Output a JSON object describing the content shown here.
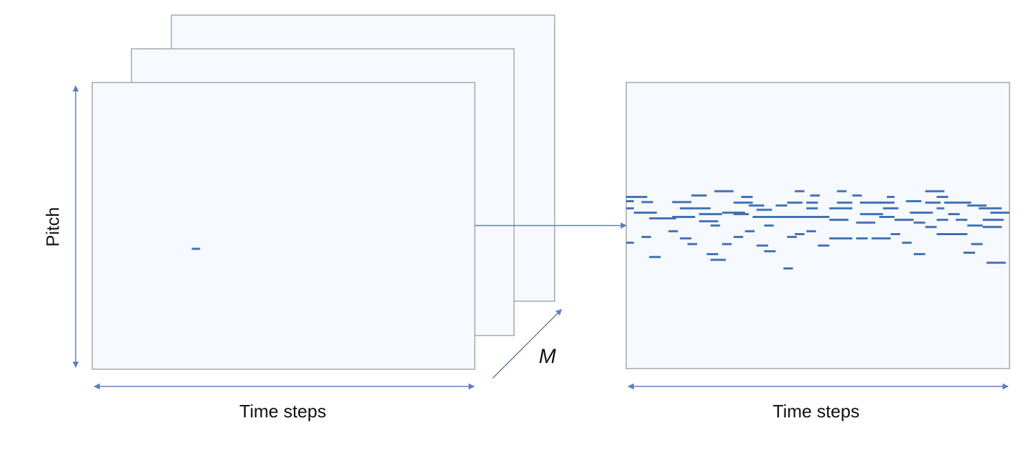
{
  "labels": {
    "y_axis": "Pitch",
    "x_axis_left": "Time steps",
    "x_axis_right": "Time steps",
    "depth": "M"
  },
  "colors": {
    "frame_fill": "#f6f9fe",
    "frame_stroke": "#a6a6a6",
    "note": "#3d6fb5",
    "arrow": "#5b7fc2"
  },
  "stack_frames": 3,
  "notes_left": [
    {
      "t": 0.26,
      "p": 0.58,
      "len": 0.022
    }
  ],
  "notes_right": [
    {
      "t": 0.0,
      "p": 0.4,
      "len": 0.055
    },
    {
      "t": 0.0,
      "p": 0.415,
      "len": 0.02
    },
    {
      "t": 0.04,
      "p": 0.418,
      "len": 0.03
    },
    {
      "t": 0.0,
      "p": 0.44,
      "len": 0.02
    },
    {
      "t": 0.02,
      "p": 0.455,
      "len": 0.06
    },
    {
      "t": 0.06,
      "p": 0.475,
      "len": 0.07
    },
    {
      "t": 0.0,
      "p": 0.56,
      "len": 0.02
    },
    {
      "t": 0.04,
      "p": 0.54,
      "len": 0.025
    },
    {
      "t": 0.06,
      "p": 0.61,
      "len": 0.03
    },
    {
      "t": 0.12,
      "p": 0.418,
      "len": 0.05
    },
    {
      "t": 0.14,
      "p": 0.44,
      "len": 0.04
    },
    {
      "t": 0.12,
      "p": 0.47,
      "len": 0.06
    },
    {
      "t": 0.11,
      "p": 0.52,
      "len": 0.025
    },
    {
      "t": 0.14,
      "p": 0.545,
      "len": 0.03
    },
    {
      "t": 0.16,
      "p": 0.565,
      "len": 0.025
    },
    {
      "t": 0.17,
      "p": 0.395,
      "len": 0.04
    },
    {
      "t": 0.18,
      "p": 0.44,
      "len": 0.04
    },
    {
      "t": 0.19,
      "p": 0.46,
      "len": 0.06
    },
    {
      "t": 0.19,
      "p": 0.485,
      "len": 0.05
    },
    {
      "t": 0.21,
      "p": 0.6,
      "len": 0.03
    },
    {
      "t": 0.22,
      "p": 0.62,
      "len": 0.04
    },
    {
      "t": 0.22,
      "p": 0.5,
      "len": 0.025
    },
    {
      "t": 0.25,
      "p": 0.565,
      "len": 0.025
    },
    {
      "t": 0.23,
      "p": 0.38,
      "len": 0.05
    },
    {
      "t": 0.25,
      "p": 0.455,
      "len": 0.06
    },
    {
      "t": 0.28,
      "p": 0.42,
      "len": 0.05
    },
    {
      "t": 0.28,
      "p": 0.46,
      "len": 0.04
    },
    {
      "t": 0.28,
      "p": 0.54,
      "len": 0.025
    },
    {
      "t": 0.31,
      "p": 0.52,
      "len": 0.025
    },
    {
      "t": 0.3,
      "p": 0.4,
      "len": 0.03
    },
    {
      "t": 0.32,
      "p": 0.43,
      "len": 0.04
    },
    {
      "t": 0.33,
      "p": 0.47,
      "len": 0.07
    },
    {
      "t": 0.34,
      "p": 0.445,
      "len": 0.04
    },
    {
      "t": 0.34,
      "p": 0.57,
      "len": 0.03
    },
    {
      "t": 0.36,
      "p": 0.59,
      "len": 0.03
    },
    {
      "t": 0.36,
      "p": 0.5,
      "len": 0.025
    },
    {
      "t": 0.39,
      "p": 0.47,
      "len": 0.07
    },
    {
      "t": 0.39,
      "p": 0.43,
      "len": 0.03
    },
    {
      "t": 0.41,
      "p": 0.65,
      "len": 0.025
    },
    {
      "t": 0.42,
      "p": 0.42,
      "len": 0.04
    },
    {
      "t": 0.42,
      "p": 0.54,
      "len": 0.025
    },
    {
      "t": 0.44,
      "p": 0.38,
      "len": 0.025
    },
    {
      "t": 0.44,
      "p": 0.47,
      "len": 0.06
    },
    {
      "t": 0.44,
      "p": 0.53,
      "len": 0.025
    },
    {
      "t": 0.47,
      "p": 0.52,
      "len": 0.025
    },
    {
      "t": 0.47,
      "p": 0.42,
      "len": 0.03
    },
    {
      "t": 0.47,
      "p": 0.44,
      "len": 0.03
    },
    {
      "t": 0.48,
      "p": 0.395,
      "len": 0.025
    },
    {
      "t": 0.49,
      "p": 0.47,
      "len": 0.04
    },
    {
      "t": 0.5,
      "p": 0.57,
      "len": 0.03
    },
    {
      "t": 0.53,
      "p": 0.44,
      "len": 0.06
    },
    {
      "t": 0.53,
      "p": 0.545,
      "len": 0.06
    },
    {
      "t": 0.53,
      "p": 0.48,
      "len": 0.05
    },
    {
      "t": 0.55,
      "p": 0.38,
      "len": 0.025
    },
    {
      "t": 0.55,
      "p": 0.42,
      "len": 0.04
    },
    {
      "t": 0.59,
      "p": 0.395,
      "len": 0.025
    },
    {
      "t": 0.6,
      "p": 0.49,
      "len": 0.05
    },
    {
      "t": 0.6,
      "p": 0.545,
      "len": 0.03
    },
    {
      "t": 0.61,
      "p": 0.46,
      "len": 0.06
    },
    {
      "t": 0.61,
      "p": 0.42,
      "len": 0.06
    },
    {
      "t": 0.64,
      "p": 0.545,
      "len": 0.05
    },
    {
      "t": 0.66,
      "p": 0.47,
      "len": 0.04
    },
    {
      "t": 0.66,
      "p": 0.42,
      "len": 0.04
    },
    {
      "t": 0.67,
      "p": 0.44,
      "len": 0.04
    },
    {
      "t": 0.68,
      "p": 0.4,
      "len": 0.02
    },
    {
      "t": 0.69,
      "p": 0.53,
      "len": 0.025
    },
    {
      "t": 0.7,
      "p": 0.48,
      "len": 0.05
    },
    {
      "t": 0.72,
      "p": 0.56,
      "len": 0.025
    },
    {
      "t": 0.73,
      "p": 0.415,
      "len": 0.04
    },
    {
      "t": 0.74,
      "p": 0.455,
      "len": 0.06
    },
    {
      "t": 0.75,
      "p": 0.49,
      "len": 0.03
    },
    {
      "t": 0.75,
      "p": 0.6,
      "len": 0.03
    },
    {
      "t": 0.78,
      "p": 0.42,
      "len": 0.04
    },
    {
      "t": 0.78,
      "p": 0.505,
      "len": 0.03
    },
    {
      "t": 0.78,
      "p": 0.38,
      "len": 0.05
    },
    {
      "t": 0.81,
      "p": 0.48,
      "len": 0.03
    },
    {
      "t": 0.81,
      "p": 0.4,
      "len": 0.03
    },
    {
      "t": 0.81,
      "p": 0.44,
      "len": 0.02
    },
    {
      "t": 0.83,
      "p": 0.42,
      "len": 0.03
    },
    {
      "t": 0.84,
      "p": 0.46,
      "len": 0.03
    },
    {
      "t": 0.81,
      "p": 0.53,
      "len": 0.08
    },
    {
      "t": 0.86,
      "p": 0.42,
      "len": 0.04
    },
    {
      "t": 0.86,
      "p": 0.48,
      "len": 0.03
    },
    {
      "t": 0.89,
      "p": 0.43,
      "len": 0.05
    },
    {
      "t": 0.89,
      "p": 0.5,
      "len": 0.04
    },
    {
      "t": 0.88,
      "p": 0.595,
      "len": 0.03
    },
    {
      "t": 0.92,
      "p": 0.44,
      "len": 0.06
    },
    {
      "t": 0.93,
      "p": 0.48,
      "len": 0.055
    },
    {
      "t": 0.93,
      "p": 0.505,
      "len": 0.05
    },
    {
      "t": 0.95,
      "p": 0.455,
      "len": 0.05
    },
    {
      "t": 0.94,
      "p": 0.63,
      "len": 0.05
    },
    {
      "t": 0.9,
      "p": 0.565,
      "len": 0.03
    }
  ]
}
